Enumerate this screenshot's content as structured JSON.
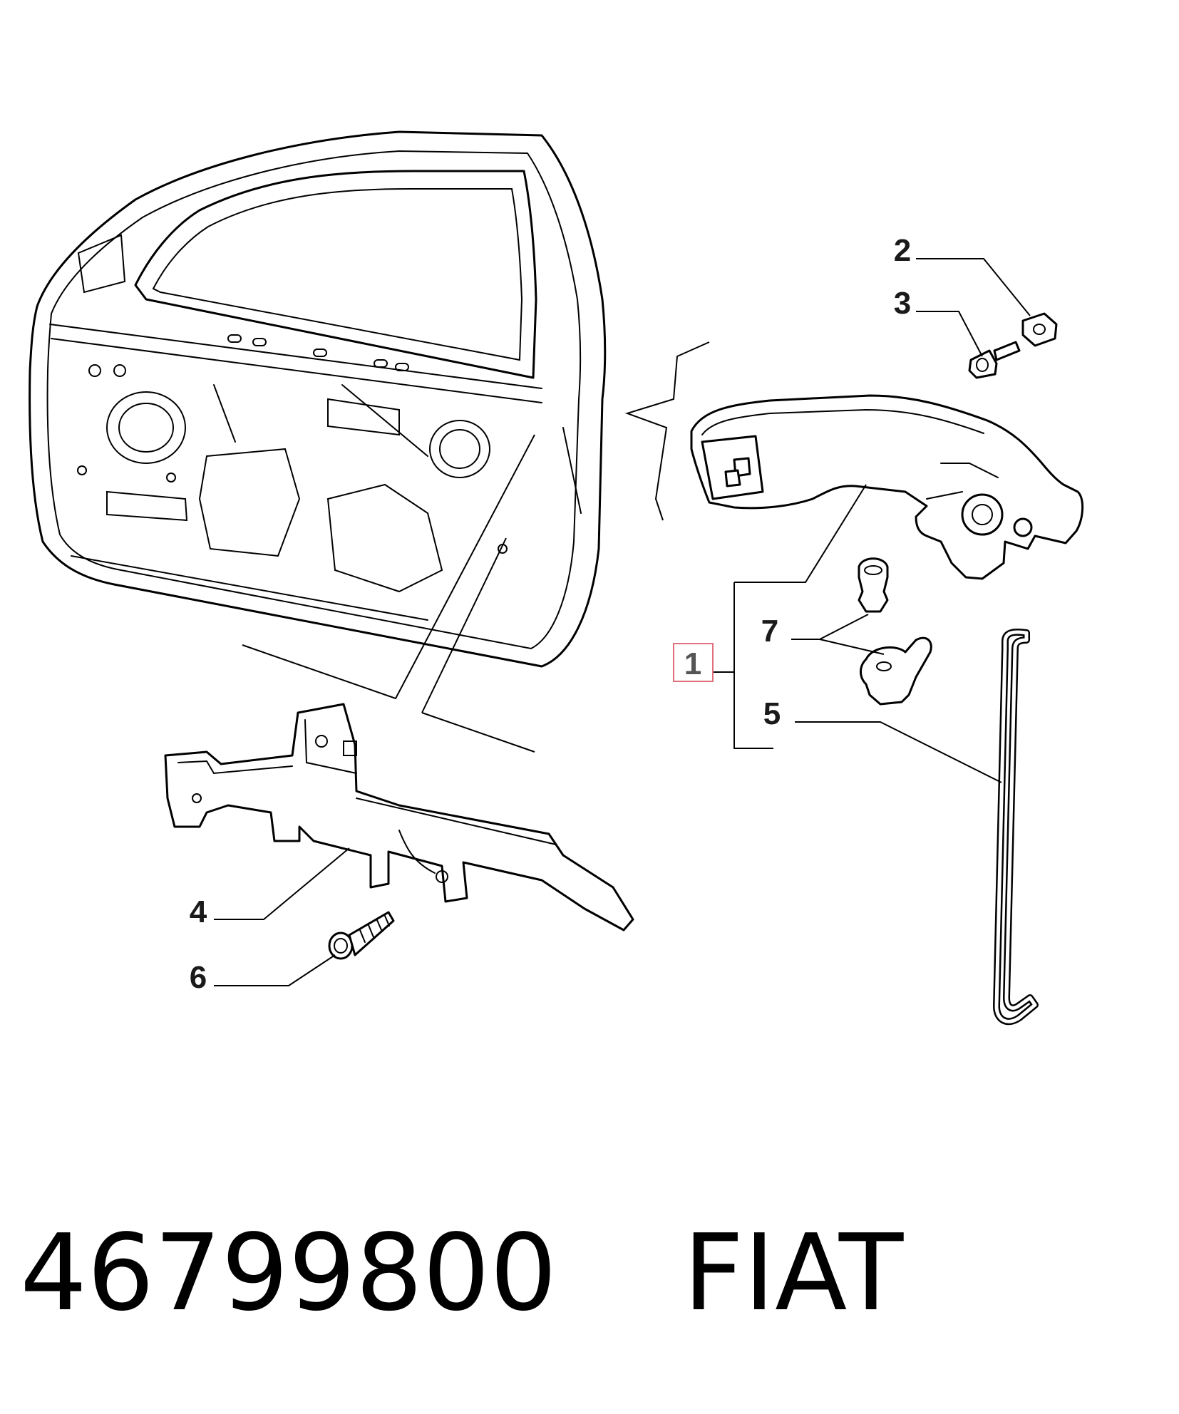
{
  "diagram": {
    "callouts": [
      {
        "id": "1",
        "label": "1",
        "highlighted": true
      },
      {
        "id": "2",
        "label": "2"
      },
      {
        "id": "3",
        "label": "3"
      },
      {
        "id": "4",
        "label": "4"
      },
      {
        "id": "5",
        "label": "5"
      },
      {
        "id": "6",
        "label": "6"
      },
      {
        "id": "7",
        "label": "7"
      }
    ],
    "highlight_color": "#e0707a"
  },
  "footer": {
    "part_number": "46799800",
    "brand": "FIAT"
  }
}
